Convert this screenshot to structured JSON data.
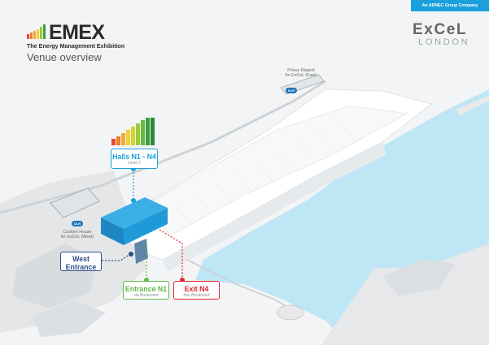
{
  "header": {
    "badge": "An ADNEC Group Company",
    "brand_title": "EMEX",
    "brand_subtitle": "The Energy Management Exhibition",
    "page_title": "Venue overview",
    "venue_logo_main": "ExCeL",
    "venue_logo_sub": "LONDON"
  },
  "stations": {
    "east_name": "Prince Regent",
    "east_sub": "for ExCeL (East)",
    "west_name": "Custom House",
    "west_sub": "for ExCeL (West)",
    "dlr_label": "DLR"
  },
  "callouts": {
    "halls": {
      "title": "Halls N1 - N4",
      "sub": "Level 1"
    },
    "west_entrance": {
      "line1": "West",
      "line2": "Entrance"
    },
    "entrance_n1": {
      "title": "Entrance N1",
      "sub": "via Boulevard"
    },
    "exit_n4": {
      "title": "Exit N4",
      "sub": "into Boulevard"
    }
  },
  "colors": {
    "water": "#bfe6f5",
    "hall_blue": "#1f9ad8",
    "halls_stroke": "#1aa0dc",
    "west_stroke": "#304b8a",
    "entrance_stroke": "#5fb848",
    "exit_stroke": "#e0232e"
  }
}
